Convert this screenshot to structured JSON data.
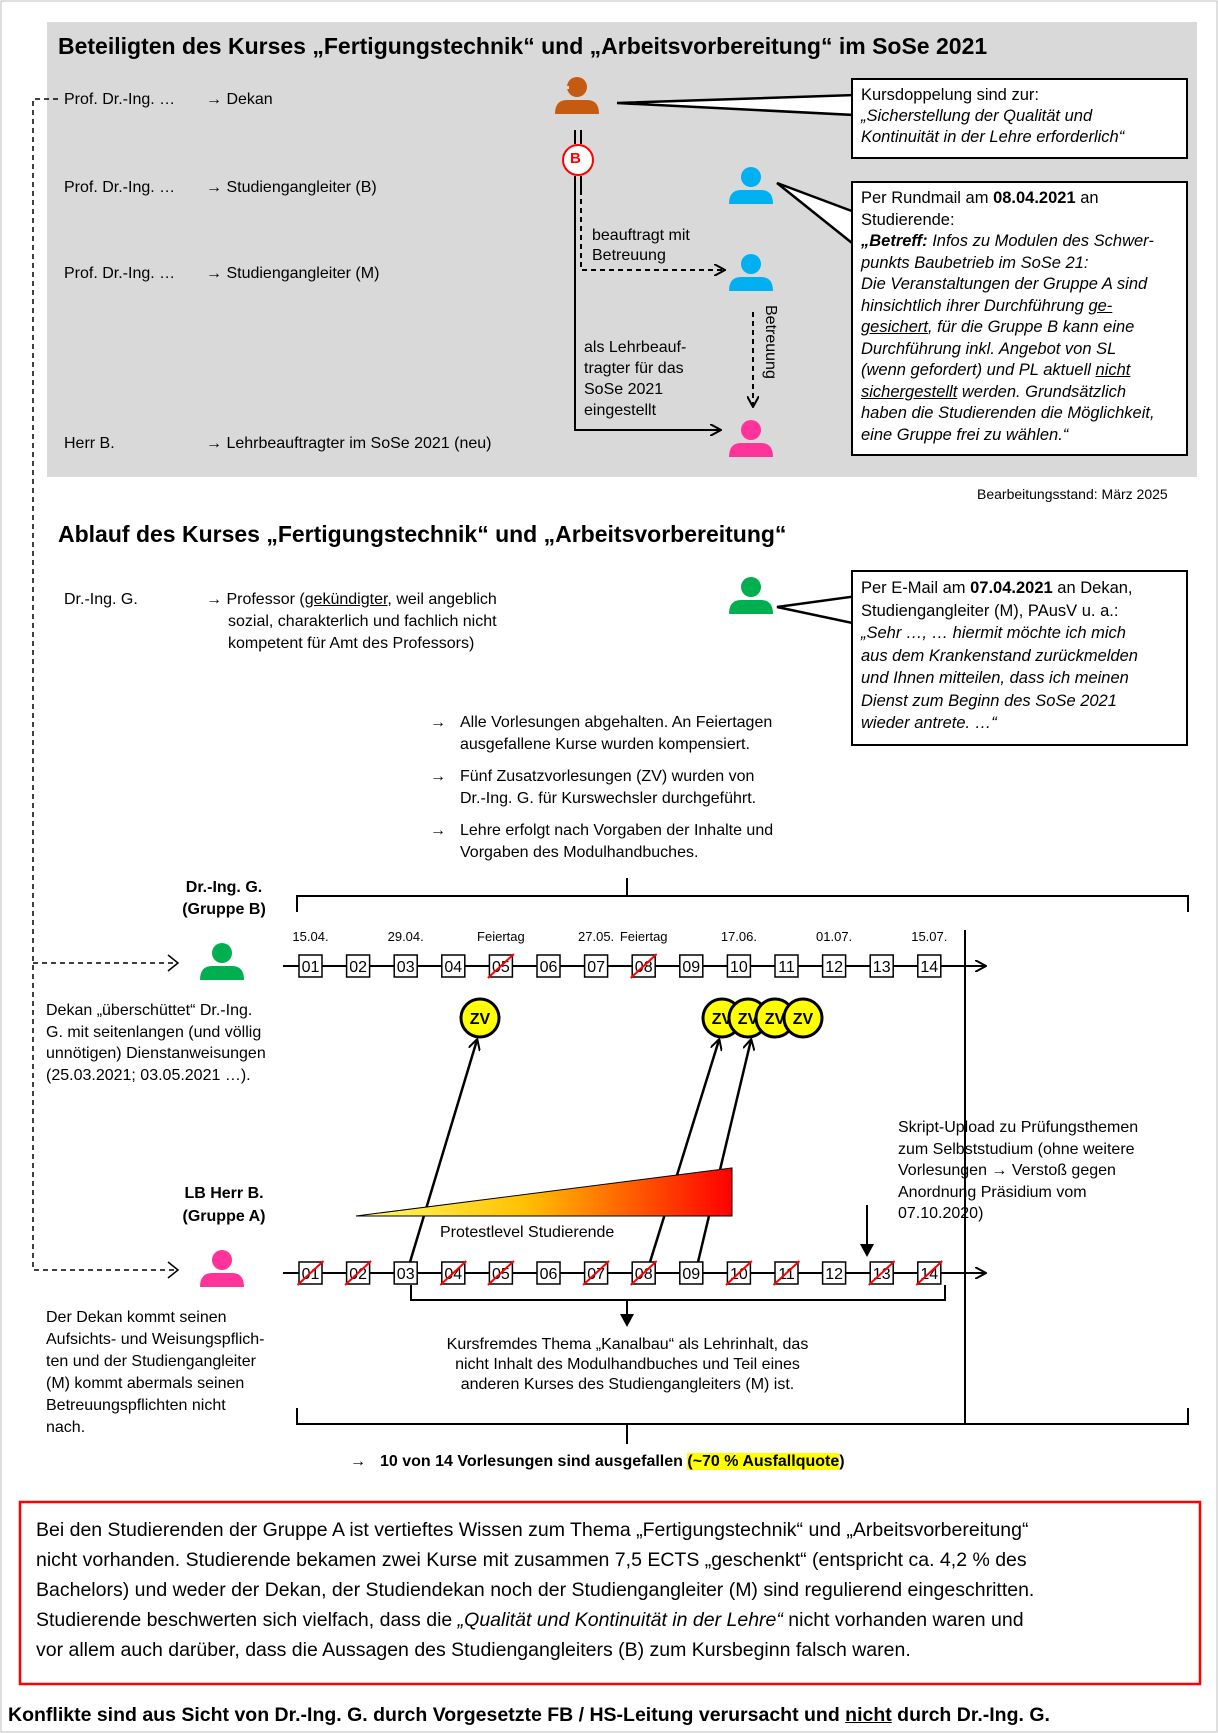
{
  "section1": {
    "title": "Beteiligten des Kurses „Fertigungstechnik“ und „Arbeitsvorbereitung“ im SoSe 2021",
    "persons": [
      {
        "name": "Prof. Dr.-Ing. …",
        "role": "→ Dekan"
      },
      {
        "name": "Prof. Dr.-Ing. …",
        "role": "→ Studiengangleiter (B)"
      },
      {
        "name": "Prof. Dr.-Ing. …",
        "role": "→ Studiengangleiter (M)"
      },
      {
        "name": "Herr B.",
        "role": "→ Lehrbeauftragter im SoSe 2021 (neu)"
      }
    ],
    "badge": "B",
    "arrow_beauftragt": [
      "beauftragt mit",
      "Betreuung"
    ],
    "arrow_lehrbeauftragter": [
      "als Lehrbeauf-",
      "tragter für das",
      "SoSe 2021",
      "eingestellt"
    ],
    "arrow_betreuung": "Betreuung",
    "callout_dekan": {
      "line1": "Kursdoppelung sind zur:",
      "quote_line1": "„Sicherstellung der Qualität und",
      "quote_line2": "Kontinuität in der Lehre erforderlich“"
    },
    "callout_rundmail": {
      "intro_pre": "Per Rundmail am ",
      "intro_date": "08.04.2021",
      "intro_post": " an",
      "intro_line2": "Studierende:",
      "betreff_prefix": "„Betreff:",
      "lines": [
        " Infos zu Modulen des Schwer-",
        "punkts Baubetrieb im SoSe 21:",
        "Die Veranstaltungen der Gruppe A sind",
        "hinsichtlich ihrer Durchführung ",
        "gesichert",
        ", für die Gruppe B kann eine",
        "Durchführung inkl. Angebot von SL",
        "(wenn gefordert) und PL aktuell ",
        "sichergestellt",
        " werden. Grundsätzlich",
        "haben die Studierenden die Möglichkeit,",
        "eine Gruppe frei zu wählen.“"
      ],
      "ge_part": "ge-",
      "nicht_part": "nicht"
    },
    "stand": "Bearbeitungsstand:  März 2025"
  },
  "section2": {
    "title": "Ablauf des Kurses „Fertigungstechnik“ und „Arbeitsvorbereitung“",
    "drg_name": "Dr.-Ing. G.",
    "drg_role_arrow": "→ Professor (",
    "drg_role_ul": "gekündigter",
    "drg_role_rest": ", weil angeblich",
    "drg_role_line2": "sozial, charakterlich und fachlich nicht",
    "drg_role_line3": "kompetent für Amt des Professors)",
    "callout_email": {
      "intro_pre": "Per E-Mail am ",
      "intro_date": "07.04.2021",
      "intro_post": " an Dekan,",
      "line2": "Studiengangleiter (M), PAusV u. a.:",
      "quote": [
        "„Sehr …, …  hiermit möchte ich mich",
        "aus dem Krankenstand zurückmelden",
        "und Ihnen mitteilen, dass ich meinen",
        "Dienst zum Beginn des SoSe 2021",
        "wieder antrete. …“"
      ]
    },
    "bullets": [
      [
        "Alle Vorlesungen abgehalten. An Feiertagen",
        "ausgefallene Kurse wurden kompensiert."
      ],
      [
        "Fünf Zusatzvorlesungen (ZV) wurden von",
        "Dr.-Ing. G. für Kurswechsler durchgeführt."
      ],
      [
        "Lehre erfolgt nach Vorgaben der Inhalte und",
        "Vorgaben des Modulhandbuches."
      ]
    ],
    "bullet_arrow": "→",
    "groupB_label": [
      "Dr.-Ing. G.",
      "(Gruppe B)"
    ],
    "groupA_label": [
      "LB Herr B.",
      "(Gruppe A)"
    ],
    "dates": [
      {
        "after": 1,
        "text": "15.04."
      },
      {
        "after": 3,
        "text": "29.04."
      },
      {
        "after": 5,
        "text": "Feiertag"
      },
      {
        "after": 7,
        "text": "27.05."
      },
      {
        "after": 8,
        "text": "Feiertag"
      },
      {
        "after": 10,
        "text": "17.06."
      },
      {
        "after": 12,
        "text": "01.07."
      },
      {
        "after": 14,
        "text": "15.07."
      }
    ],
    "lectures": [
      "01",
      "02",
      "03",
      "04",
      "05",
      "06",
      "07",
      "08",
      "09",
      "10",
      "11",
      "12",
      "13",
      "14"
    ],
    "groupB_cancelled": [
      "05",
      "08"
    ],
    "groupA_cancelled": [
      "01",
      "02",
      "04",
      "05",
      "07",
      "08",
      "10",
      "11",
      "13",
      "14"
    ],
    "zv_label": "ZV",
    "zv_count": 5,
    "dekan_note": [
      "Dekan „überschüttet“ Dr.-Ing.",
      "G. mit seitenlangen (und völlig",
      "unnötigen) Dienstanweisungen",
      "(25.03.2021; 03.05.2021 …)."
    ],
    "protest_label": "Protestlevel Studierende",
    "skript_note": [
      "Skript-Upload zu Prüfungsthemen",
      "zum Selbststudium (ohne weitere",
      "Vorlesungen → Verstoß gegen",
      "Anordnung Präsidium vom",
      "07.10.2020)"
    ],
    "aufsicht_note": [
      "Der Dekan kommt seinen",
      "Aufsichts- und Weisungspflich-",
      "ten und der Studiengangleiter",
      "(M) kommt abermals seinen",
      "Betreuungspflichten nicht",
      "nach."
    ],
    "kanalbau_note": [
      "Kursfremdes Thema „Kanalbau“ als Lehrinhalt, das",
      "nicht Inhalt des Modulhandbuches und Teil eines",
      "anderen Kurses des Studiengangleiters (M) ist."
    ],
    "summary_arrow": "→",
    "summary_main": "10 von 14 Vorlesungen sind ausgefallen ",
    "summary_hl": "(~70 % Ausfallquote",
    "summary_close": ")"
  },
  "conclusion_box": [
    "Bei den Studierenden der Gruppe A ist vertieftes Wissen zum Thema „Fertigungstechnik“ und „Arbeitsvorbereitung“",
    "nicht vorhanden. Studierende bekamen zwei Kurse mit zusammen 7,5 ECTS „geschenkt“ (entspricht ca. 4,2 % des",
    "Bachelors) und weder der Dekan, der Studiendekan noch der Studiengangleiter (M) sind regulierend eingeschritten.",
    "Studierende beschwerten sich vielfach, dass die ",
    "„Qualität und Kontinuität in der Lehre“",
    " nicht vorhanden waren und",
    "vor allem auch darüber, dass die Aussagen des Studiengangleiters (B) zum Kursbeginn falsch waren."
  ],
  "footer": {
    "pre": "Konflikte sind aus Sicht von Dr.-Ing. G. durch Vorgesetzte FB / HS-Leitung verursacht und ",
    "ul": "nicht",
    "post": " durch Dr.-Ing. G."
  },
  "colors": {
    "panel_gray": "#d9d9d9",
    "dekan_orange": "#c55a11",
    "studiengangleiter_blue": "#00b0f0",
    "lehrbeauftragter_pink": "#ff3399",
    "drg_green": "#00b050",
    "badge_red": "#ff0000",
    "zv_yellow": "#ffff00",
    "box_red": "#ff0000"
  }
}
